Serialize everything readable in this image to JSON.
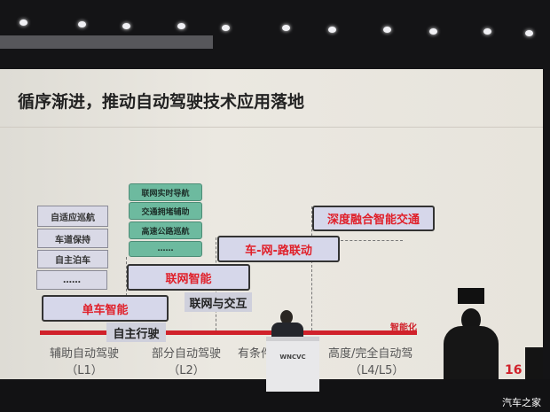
{
  "slide": {
    "title": "循序渐进，推动自动驾驶技术应用落地",
    "l1_features": [
      "自适应巡航",
      "车道保持",
      "自主泊车",
      "……"
    ],
    "l2_features": [
      "联网实时导航",
      "交通拥堵辅助",
      "高速公路巡航",
      "……"
    ],
    "stages": {
      "single_vehicle": "单车智能",
      "autonomous": "自主行驶",
      "connected": "联网智能",
      "connected_interaction": "联网与交互",
      "vehicle_network_road": "车-网-路联动",
      "deep_fusion": "深度融合智能交通"
    },
    "axis_label": "智能化",
    "levels": [
      {
        "name": "辅助自动驾驶",
        "code": "（L1）"
      },
      {
        "name": "部分自动驾驶",
        "code": "（L2）"
      },
      {
        "name": "有条件",
        "code": ""
      },
      {
        "name": "高度/完全自动驾",
        "code": "（L4/L5）"
      }
    ],
    "page_number": "16"
  },
  "podium_logo": "WNCVC",
  "watermark": "汽车之家",
  "colors": {
    "accent_red": "#e0202a",
    "green_box": "#6dba9f",
    "lavender_box": "#d6d7ea"
  }
}
